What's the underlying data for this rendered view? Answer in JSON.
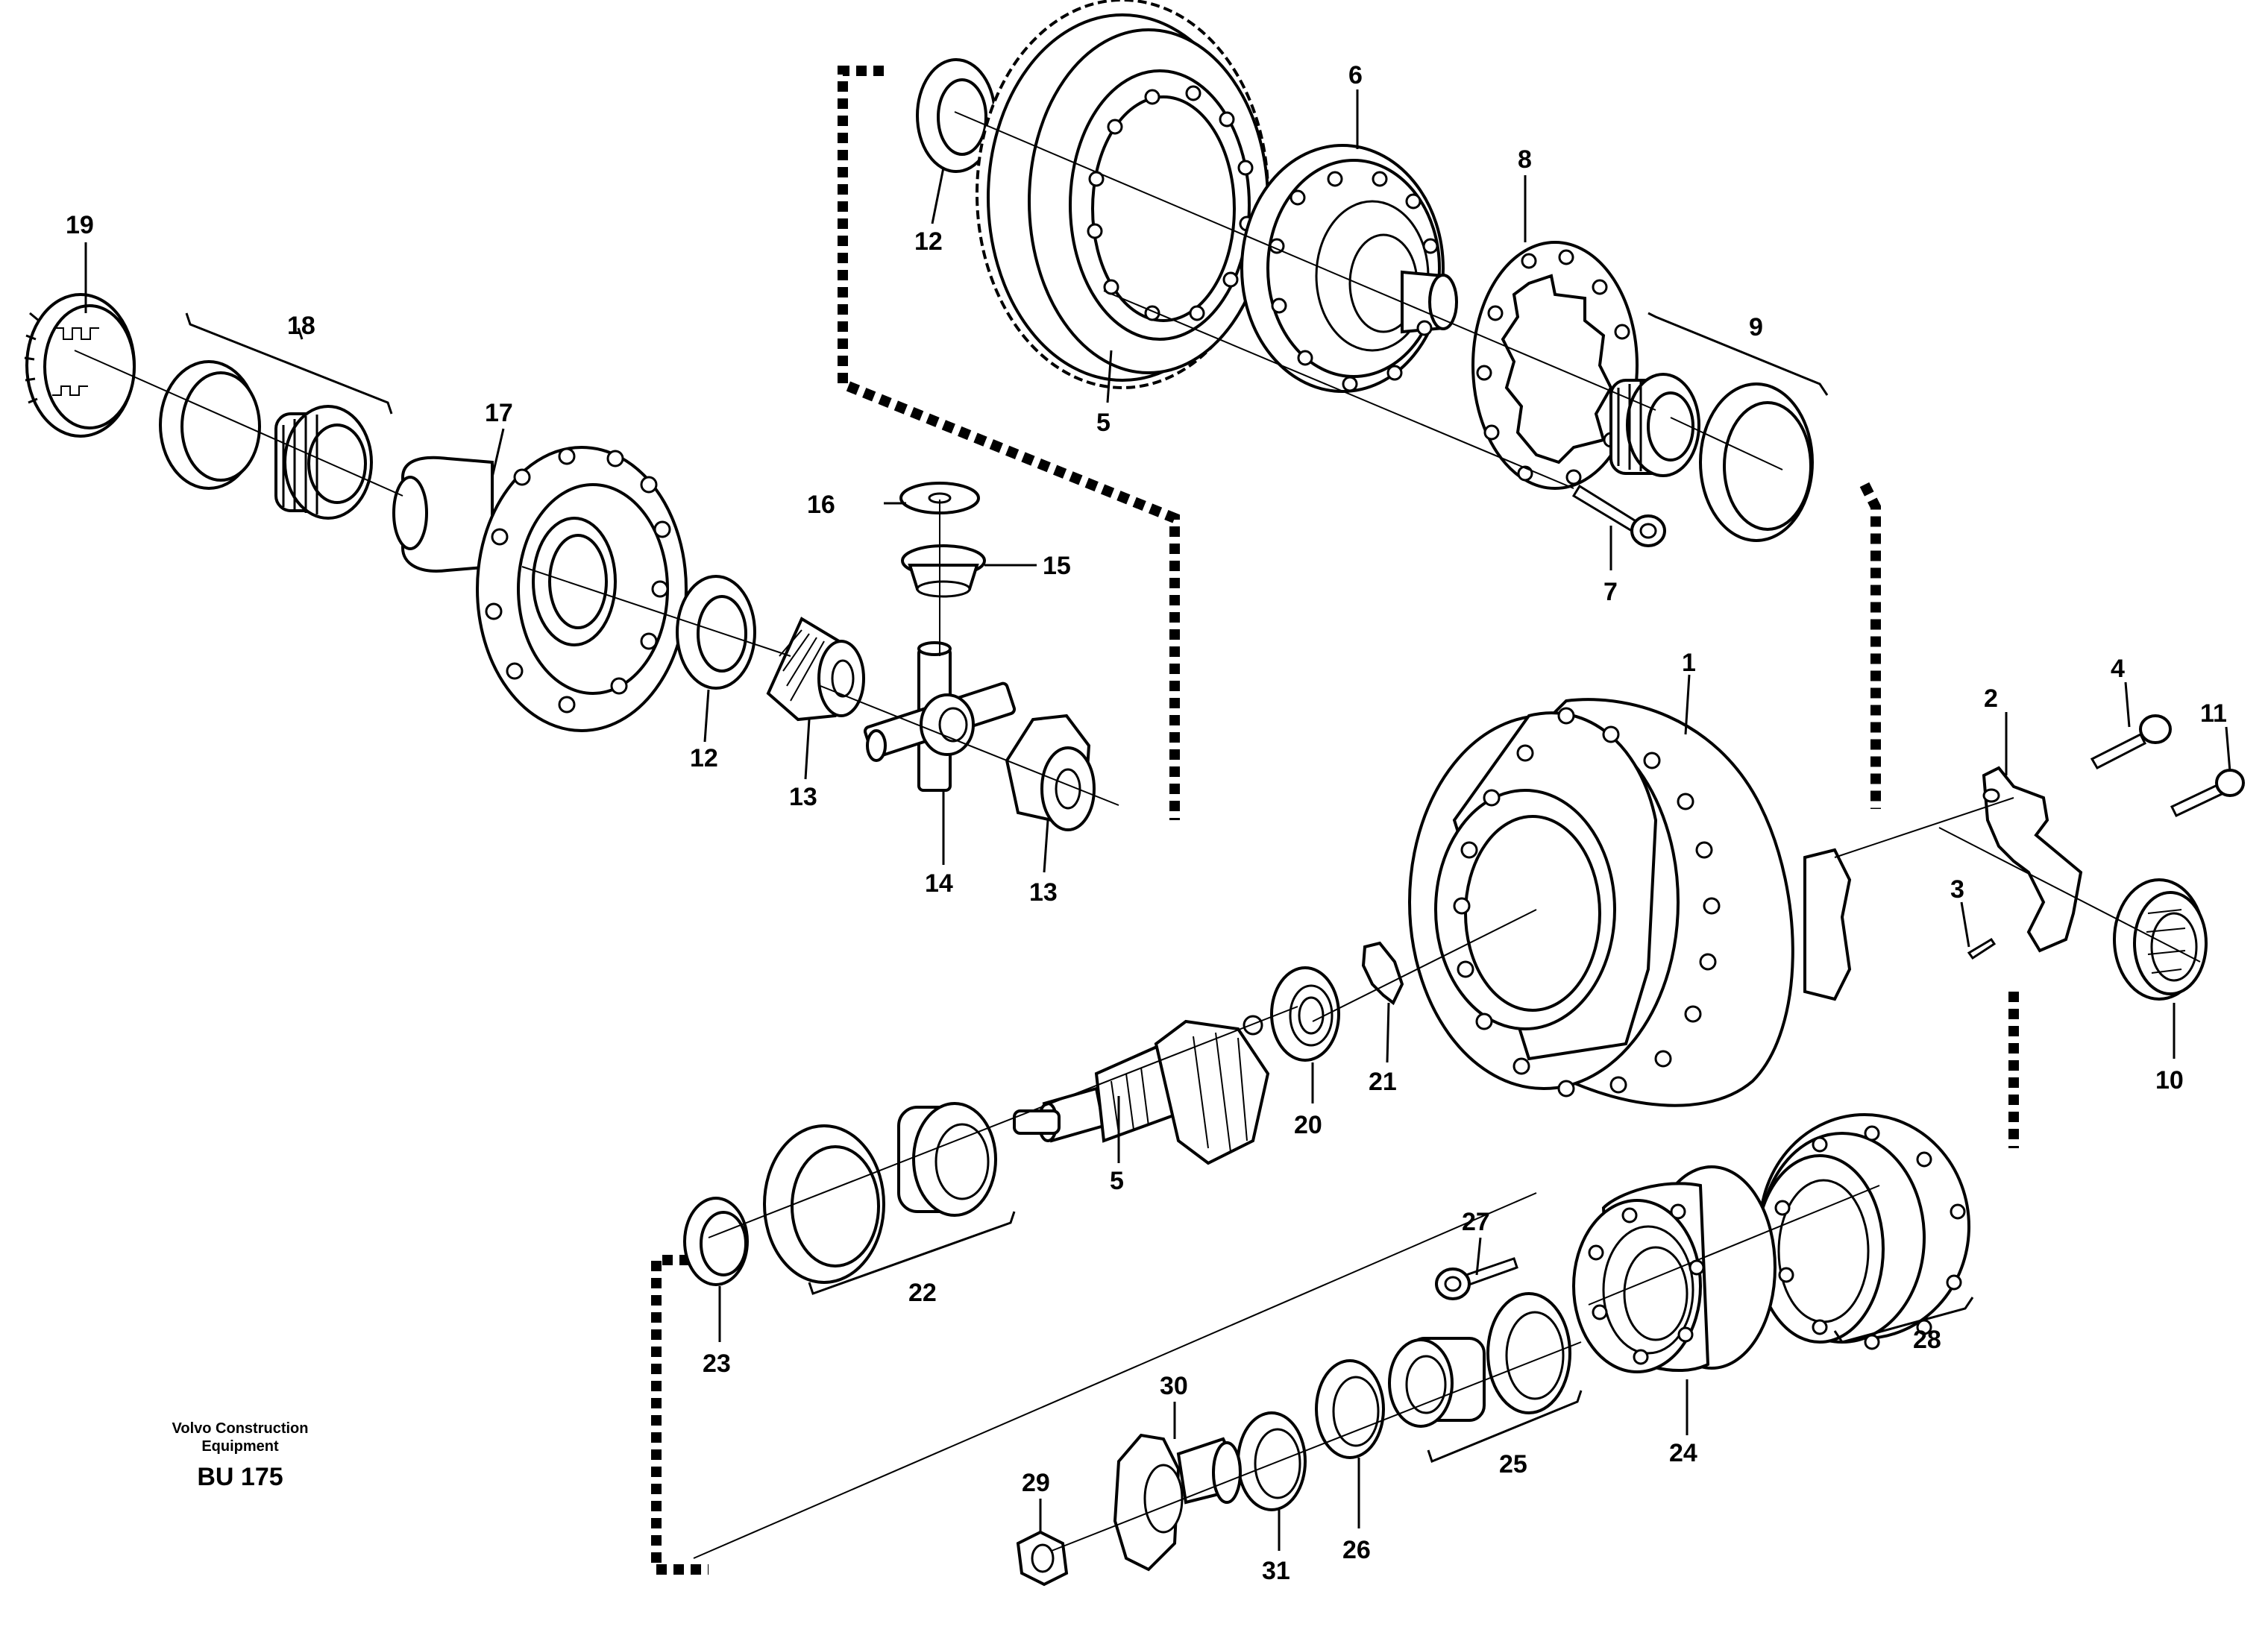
{
  "caption": {
    "company_line1": "Volvo Construction",
    "company_line2": "Equipment",
    "code": "BU 175"
  },
  "callouts": {
    "c1": "1",
    "c2": "2",
    "c3": "3",
    "c4": "4",
    "c5a": "5",
    "c5b": "5",
    "c6": "6",
    "c7": "7",
    "c8": "8",
    "c9": "9",
    "c10": "10",
    "c11": "11",
    "c12a": "12",
    "c12b": "12",
    "c13a": "13",
    "c13b": "13",
    "c14": "14",
    "c15": "15",
    "c16": "16",
    "c17": "17",
    "c18": "18",
    "c19": "19",
    "c20": "20",
    "c21": "21",
    "c22": "22",
    "c23": "23",
    "c24": "24",
    "c25": "25",
    "c26": "26",
    "c27": "27",
    "c28": "28",
    "c29": "29",
    "c30": "30",
    "c31": "31"
  }
}
